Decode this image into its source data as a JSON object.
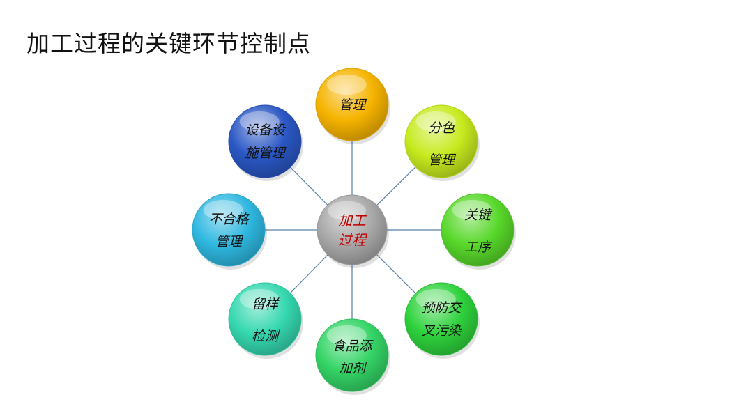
{
  "title": "加工过程的关键环节控制点",
  "colors": {
    "connector": "#5a7fa8",
    "center_text": "#c00000"
  },
  "center": {
    "lines": [
      "加工",
      "过程"
    ]
  },
  "nodes": [
    {
      "id": "management",
      "lines": [
        "管理"
      ],
      "color": "#f6b400"
    },
    {
      "id": "color-separation-management",
      "lines": [
        "分色",
        "管理"
      ],
      "color": "#c6ea1e"
    },
    {
      "id": "key-process",
      "lines": [
        "关键",
        "工序"
      ],
      "color": "#58d82a"
    },
    {
      "id": "cross-contamination-prevention",
      "lines": [
        "预防交",
        "叉污染"
      ],
      "color": "#2ed23c"
    },
    {
      "id": "food-additives",
      "lines": [
        "食品添",
        "加剂"
      ],
      "color": "#34d466"
    },
    {
      "id": "sample-retention-testing",
      "lines": [
        "留样",
        "检测"
      ],
      "color": "#35d8b0"
    },
    {
      "id": "nonconformity-management",
      "lines": [
        "不合格",
        "管理"
      ],
      "color": "#2fb8e0"
    },
    {
      "id": "equipment-facility-management",
      "lines": [
        "设备设",
        "施管理"
      ],
      "color": "#2a57c4"
    }
  ]
}
